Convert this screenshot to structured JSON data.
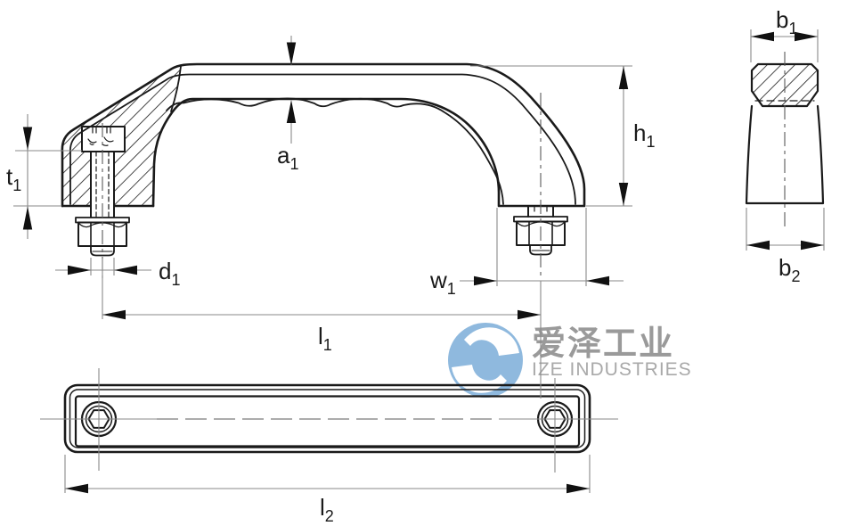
{
  "title": "pull-handle technical drawing",
  "watermark": {
    "cn": "爱泽工业",
    "en": "IZE INDUSTRIES",
    "logo_color": "#8fb9de",
    "cn_color": "#9a9a9a",
    "en_color": "#a9a9a9"
  },
  "dims": {
    "t1": {
      "base": "t",
      "sub": "1"
    },
    "a1": {
      "base": "a",
      "sub": "1"
    },
    "h1": {
      "base": "h",
      "sub": "1"
    },
    "b1": {
      "base": "b",
      "sub": "1"
    },
    "b2": {
      "base": "b",
      "sub": "2"
    },
    "d1": {
      "base": "d",
      "sub": "1"
    },
    "w1": {
      "base": "w",
      "sub": "1"
    },
    "l1": {
      "base": "l",
      "sub": "1"
    },
    "l2": {
      "base": "l",
      "sub": "2"
    }
  },
  "drawing": {
    "line_color": "#1a1a1a",
    "dim_line_color": "#8a8a8a",
    "arrow_color": "#111111",
    "label_color": "#1a1a1a",
    "background": "#ffffff"
  }
}
